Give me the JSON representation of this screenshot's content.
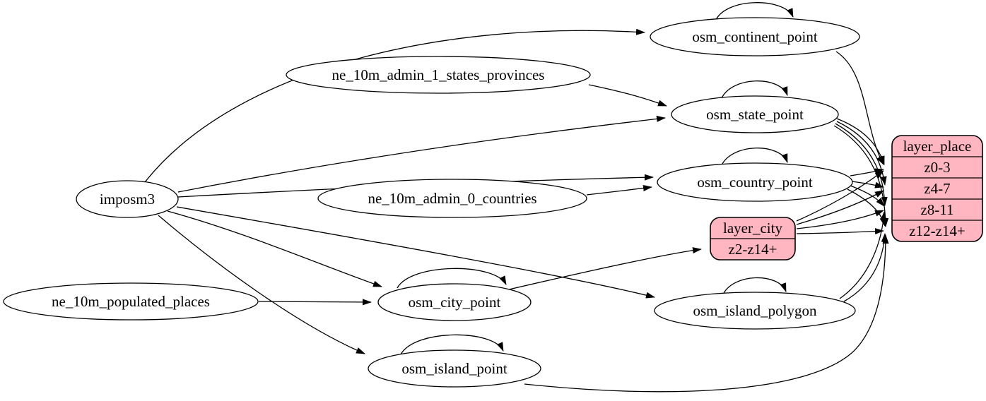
{
  "colors": {
    "background": "#ffffff",
    "record_fill": "#ffb6c1",
    "node_stroke": "#000000",
    "edge_color": "#000000"
  },
  "diagram": {
    "type": "etl-dependency-graph",
    "nodes": {
      "imposm3": {
        "label": "imposm3",
        "shape": "ellipse"
      },
      "ne_10m_admin_1_states_provinces": {
        "label": "ne_10m_admin_1_states_provinces",
        "shape": "ellipse"
      },
      "ne_10m_admin_0_countries": {
        "label": "ne_10m_admin_0_countries",
        "shape": "ellipse"
      },
      "ne_10m_populated_places": {
        "label": "ne_10m_populated_places",
        "shape": "ellipse"
      },
      "osm_continent_point": {
        "label": "osm_continent_point",
        "shape": "ellipse"
      },
      "osm_state_point": {
        "label": "osm_state_point",
        "shape": "ellipse"
      },
      "osm_country_point": {
        "label": "osm_country_point",
        "shape": "ellipse"
      },
      "osm_city_point": {
        "label": "osm_city_point",
        "shape": "ellipse"
      },
      "osm_island_polygon": {
        "label": "osm_island_polygon",
        "shape": "ellipse"
      },
      "osm_island_point": {
        "label": "osm_island_point",
        "shape": "ellipse"
      },
      "layer_city": {
        "label": "layer_city",
        "shape": "record",
        "rows": [
          "z2-z14+"
        ]
      },
      "layer_place": {
        "label": "layer_place",
        "shape": "record",
        "rows": [
          "z0-3",
          "z4-7",
          "z8-11",
          "z12-z14+"
        ]
      }
    },
    "edges": [
      {
        "from": "imposm3",
        "to": "osm_continent_point"
      },
      {
        "from": "imposm3",
        "to": "osm_state_point"
      },
      {
        "from": "imposm3",
        "to": "osm_country_point"
      },
      {
        "from": "imposm3",
        "to": "osm_city_point"
      },
      {
        "from": "imposm3",
        "to": "osm_island_polygon"
      },
      {
        "from": "imposm3",
        "to": "osm_island_point"
      },
      {
        "from": "ne_10m_admin_1_states_provinces",
        "to": "osm_state_point"
      },
      {
        "from": "ne_10m_admin_0_countries",
        "to": "osm_country_point"
      },
      {
        "from": "ne_10m_populated_places",
        "to": "osm_city_point"
      },
      {
        "from": "osm_continent_point",
        "to": "osm_continent_point"
      },
      {
        "from": "osm_state_point",
        "to": "osm_state_point"
      },
      {
        "from": "osm_country_point",
        "to": "osm_country_point"
      },
      {
        "from": "osm_city_point",
        "to": "osm_city_point"
      },
      {
        "from": "osm_island_polygon",
        "to": "osm_island_polygon"
      },
      {
        "from": "osm_island_point",
        "to": "osm_island_point"
      },
      {
        "from": "osm_continent_point",
        "to": "layer_place",
        "port": "z0-3"
      },
      {
        "from": "osm_state_point",
        "to": "layer_place",
        "port": "z0-3"
      },
      {
        "from": "osm_state_point",
        "to": "layer_place",
        "port": "z4-7"
      },
      {
        "from": "osm_state_point",
        "to": "layer_place",
        "port": "z8-11"
      },
      {
        "from": "osm_state_point",
        "to": "layer_place",
        "port": "z12-z14+"
      },
      {
        "from": "osm_country_point",
        "to": "layer_place",
        "port": "z0-3"
      },
      {
        "from": "osm_country_point",
        "to": "layer_place",
        "port": "z4-7"
      },
      {
        "from": "osm_country_point",
        "to": "layer_place",
        "port": "z8-11"
      },
      {
        "from": "osm_country_point",
        "to": "layer_place",
        "port": "z12-z14+"
      },
      {
        "from": "osm_city_point",
        "to": "layer_city",
        "port": "z2-z14+"
      },
      {
        "from": "layer_city",
        "to": "layer_place",
        "port": "z0-3"
      },
      {
        "from": "layer_city",
        "to": "layer_place",
        "port": "z4-7"
      },
      {
        "from": "layer_city",
        "to": "layer_place",
        "port": "z8-11"
      },
      {
        "from": "layer_city",
        "to": "layer_place",
        "port": "z12-z14+"
      },
      {
        "from": "osm_island_polygon",
        "to": "layer_place",
        "port": "z8-11"
      },
      {
        "from": "osm_island_polygon",
        "to": "layer_place",
        "port": "z12-z14+"
      },
      {
        "from": "osm_island_point",
        "to": "layer_place",
        "port": "z12-z14+"
      }
    ]
  }
}
